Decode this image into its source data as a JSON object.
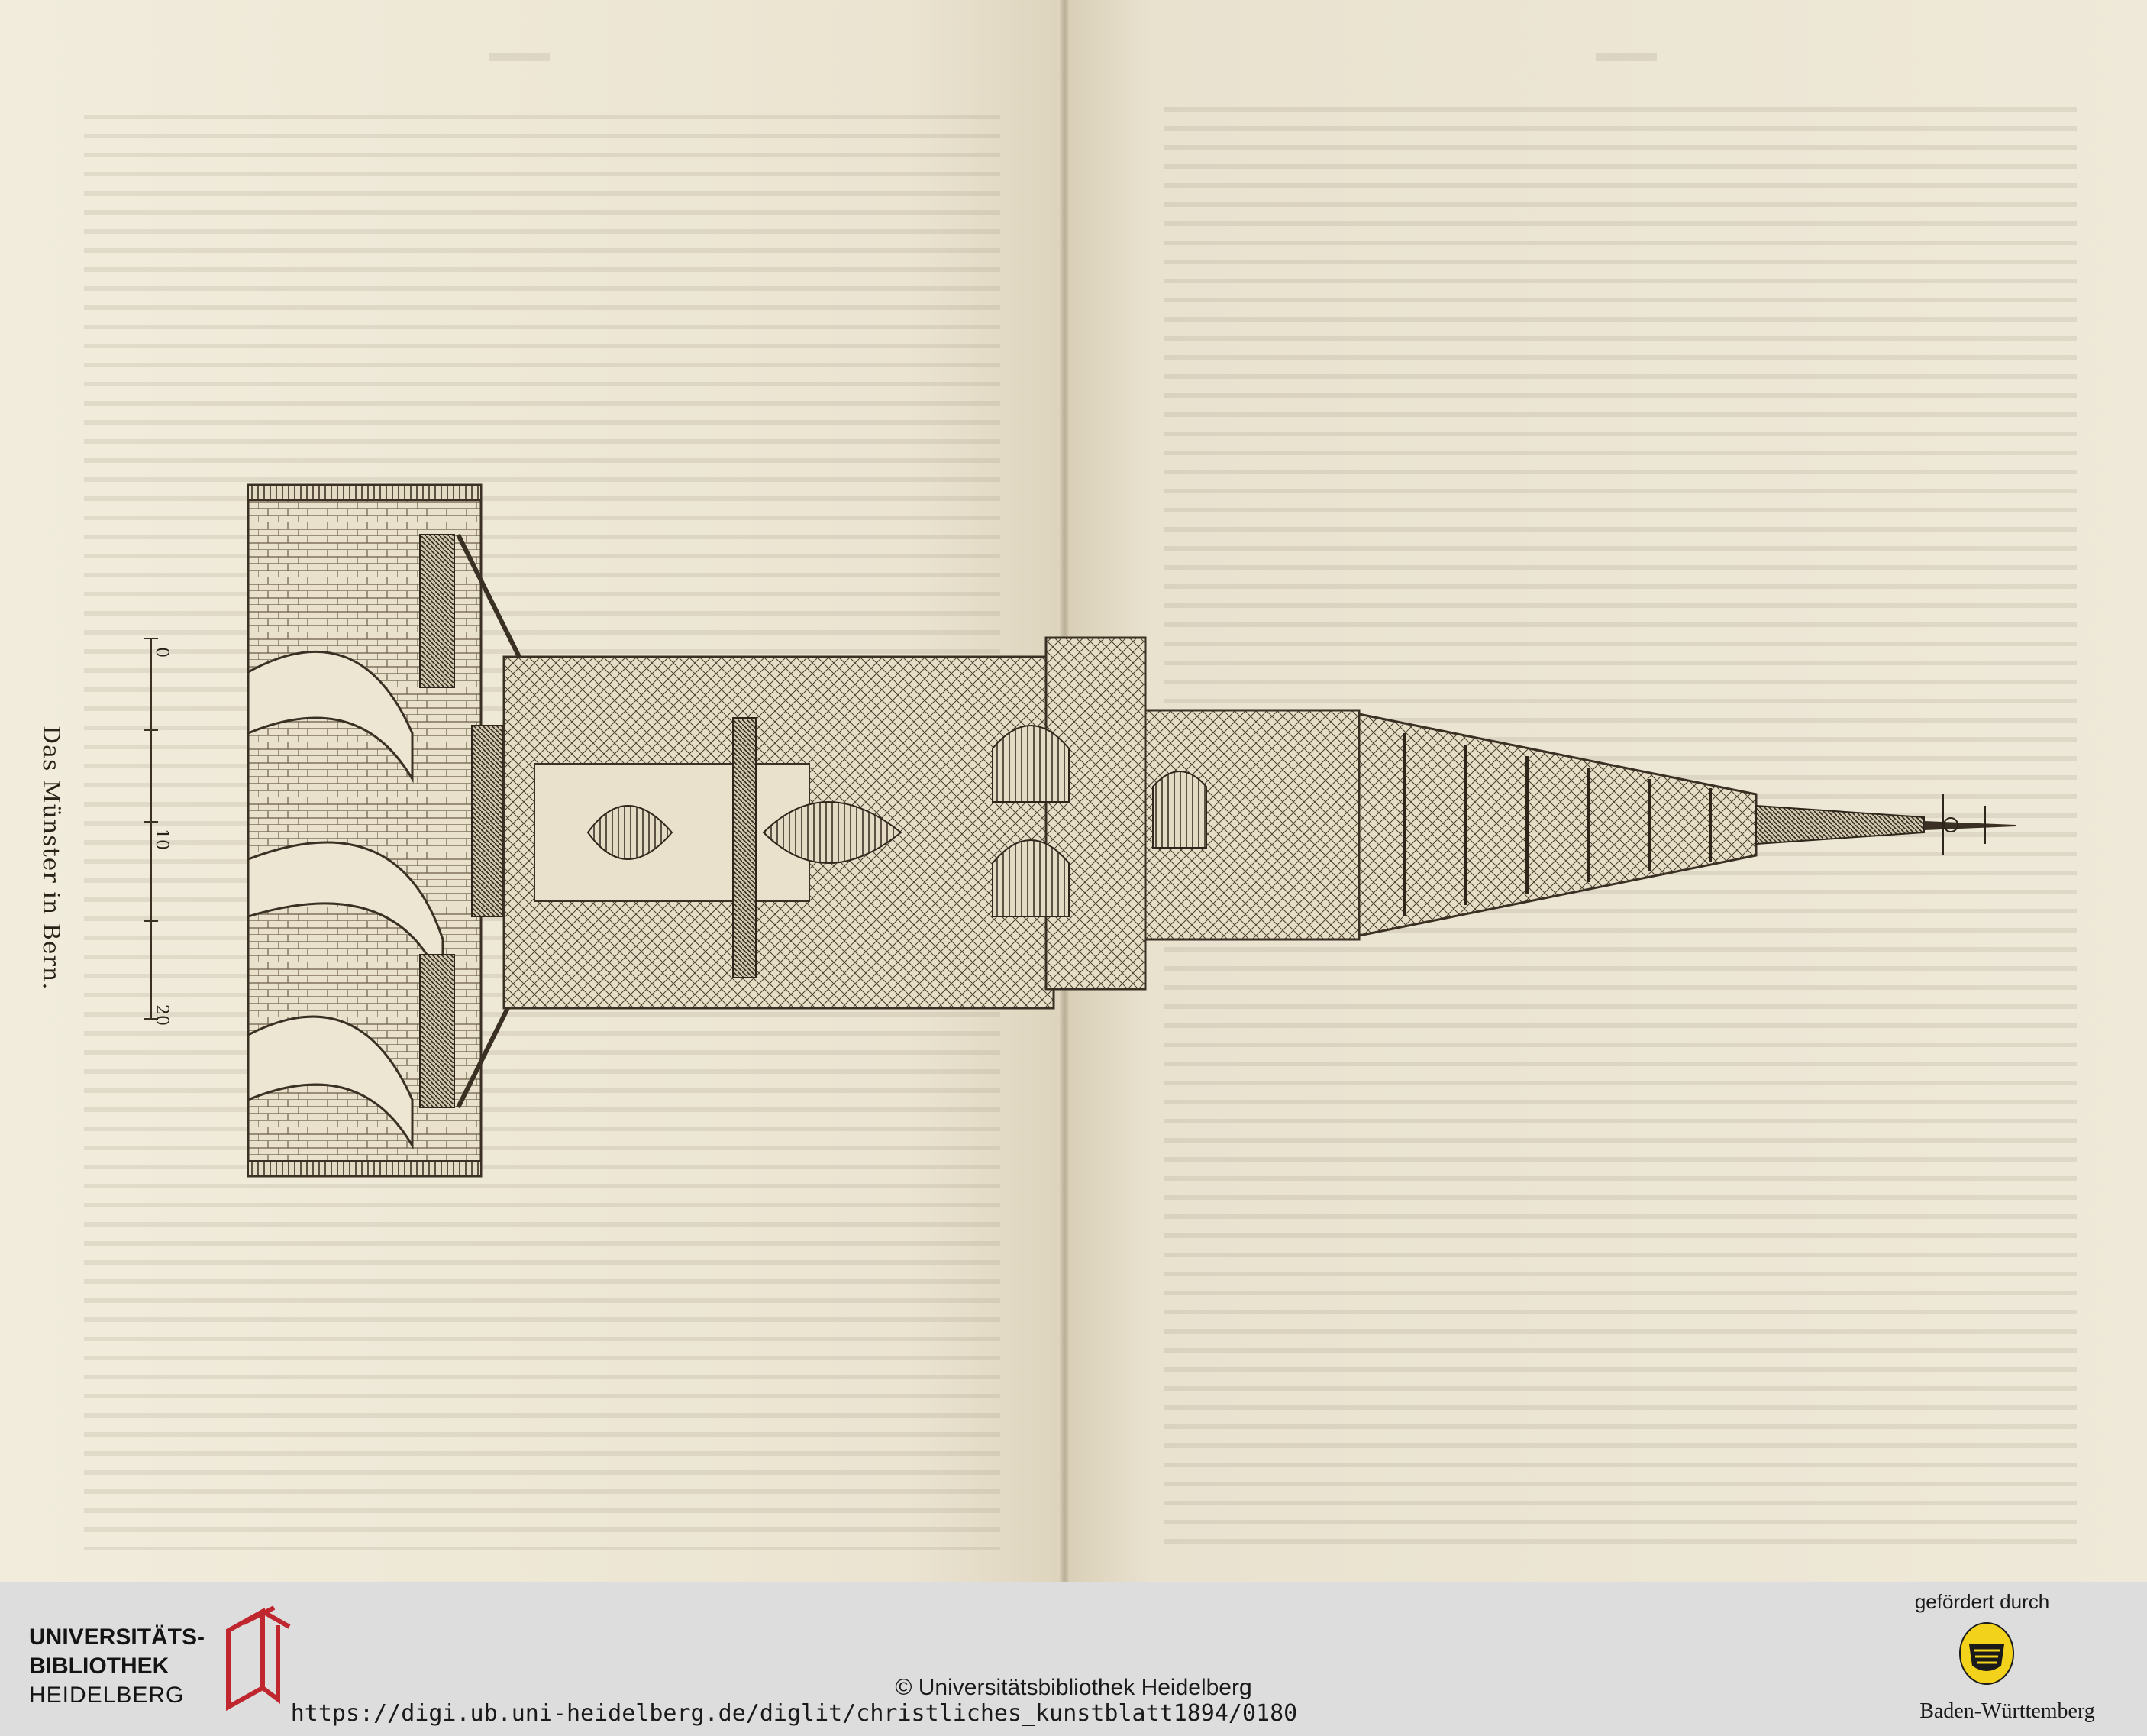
{
  "plate": {
    "caption": "Das Münster in Bern.",
    "scale_labels": [
      "0",
      "10",
      "20"
    ]
  },
  "footer": {
    "library_name_line1": "UNIVERSITÄTS-",
    "library_name_line2": "BIBLIOTHEK",
    "library_name_line3": "HEIDELBERG",
    "copyright": "© Universitätsbibliothek Heidelberg",
    "url": "https://digi.ub.uni-heidelberg.de/diglit/christliches_kunstblatt1894/0180",
    "sponsor_label": "gefördert durch",
    "sponsor_name": "Baden-Württemberg"
  },
  "colors": {
    "paper": "#ede6d3",
    "ink": "#3b3024",
    "footer_bg": "#dddddd",
    "logo_red": "#c0262e",
    "crest_yellow": "#f3d21c"
  }
}
